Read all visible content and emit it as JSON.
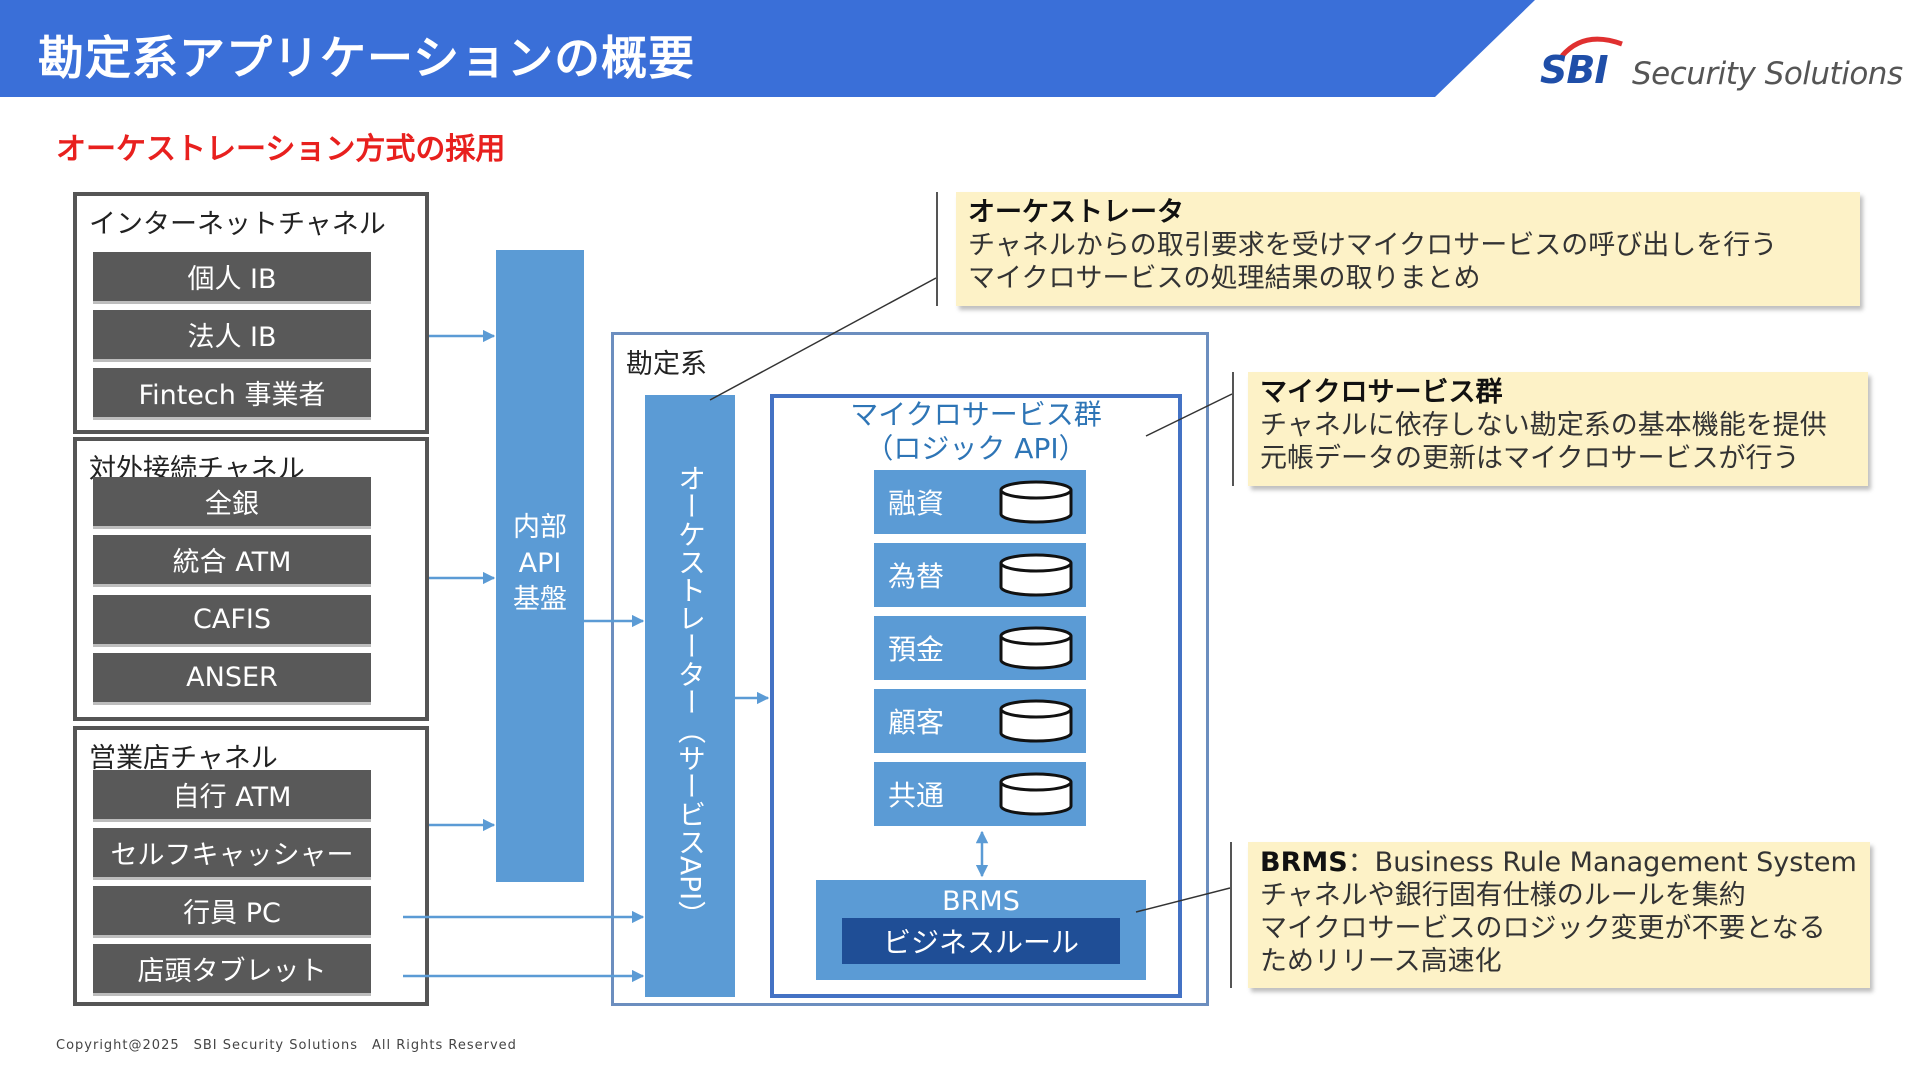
{
  "slide_title": "勘定系アプリケーションの概要",
  "logo": {
    "mark": "SBI",
    "text": "Security Solutions"
  },
  "subtitle": "オーケストレーション方式の採用",
  "channel_groups": [
    {
      "title": "インターネットチャネル",
      "items": [
        "個人 IB",
        "法人 IB",
        "Fintech 事業者"
      ]
    },
    {
      "title": "対外接続チャネル",
      "items": [
        "全銀",
        "統合 ATM",
        "CAFIS",
        "ANSER"
      ]
    },
    {
      "title": "営業店チャネル",
      "items": [
        "自行 ATM",
        "セルフキャッシャー",
        "行員 PC",
        "店頭タブレット"
      ]
    }
  ],
  "api_platform": {
    "line1": "内部",
    "line2": "API",
    "line3": "基盤"
  },
  "core_system": {
    "label": "勘定系"
  },
  "orchestrator": {
    "line1": "オーケストレーター",
    "line2": "（サービスAPI）"
  },
  "microservices": {
    "title_line1": "マイクロサービス群",
    "title_line2": "（ロジック API）",
    "services": [
      "融資",
      "為替",
      "預金",
      "顧客",
      "共通"
    ]
  },
  "brms": {
    "label": "BRMS",
    "rule_label": "ビジネスルール"
  },
  "notes": {
    "orchestrator": {
      "title": "オーケストレータ",
      "line1": "チャネルからの取引要求を受けマイクロサービスの呼び出しを行う",
      "line2": "マイクロサービスの処理結果の取りまとめ"
    },
    "microservices": {
      "title": "マイクロサービス群",
      "line1": "チャネルに依存しない勘定系の基本機能を提供",
      "line2": "元帳データの更新はマイクロサービスが行う"
    },
    "brms": {
      "title": "BRMS",
      "title_suffix": "：Business Rule Management System",
      "line1": "チャネルや銀行固有仕様のルールを集約",
      "line2": "マイクロサービスのロジック変更が不要となる",
      "line3": "ためリリース高速化"
    }
  },
  "copyright": "Copyright@2025　SBI Security Solutions　All Rights Reserved",
  "colors": {
    "header_blue": "#3a6fd8",
    "box_blue": "#5b9bd5",
    "dark_blue": "#1f4e96",
    "channel_gray": "#595959",
    "note_bg": "#fdf2c7",
    "subtitle_red": "#e8201e"
  }
}
